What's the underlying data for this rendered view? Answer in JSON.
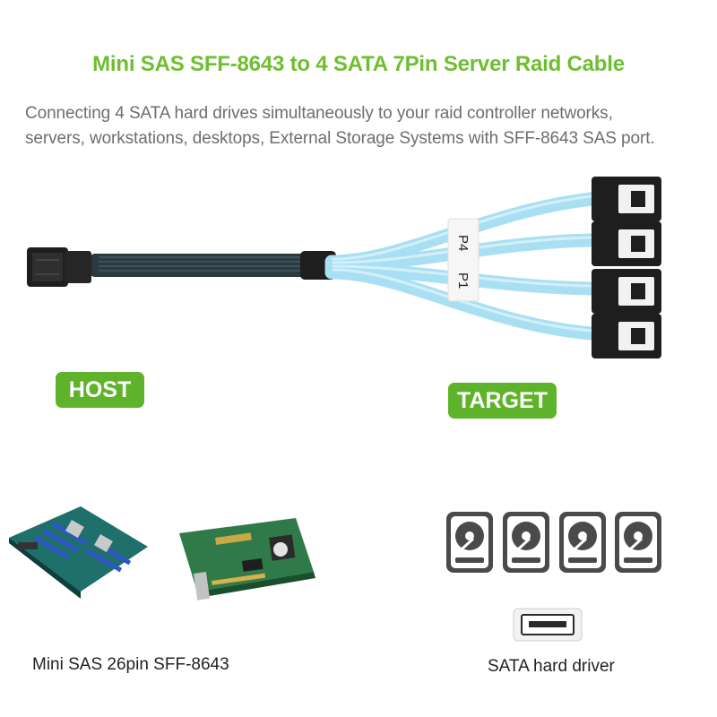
{
  "title": "Mini SAS SFF-8643 to 4 SATA 7Pin Server Raid Cable",
  "description_line1": "Connecting 4 SATA hard drives simultaneously to your raid controller networks,",
  "description_line2": "servers, workstations, desktops, External Storage Systems with SFF-8643 SAS port.",
  "labels": {
    "host": "HOST",
    "target": "TARGET"
  },
  "cable_tags": {
    "p4": "P4",
    "p1": "P1"
  },
  "captions": {
    "host": "Mini SAS 26pin SFF-8643",
    "target": "SATA hard driver"
  },
  "colors": {
    "title_green": "#6dbf2f",
    "badge_green": "#5fb32a",
    "cable_blue": "#a9dff2",
    "connector_black": "#1e1e1e"
  },
  "icons": [
    "hard-drive-icon",
    "sata-port-icon",
    "motherboard-image",
    "raid-card-image"
  ]
}
